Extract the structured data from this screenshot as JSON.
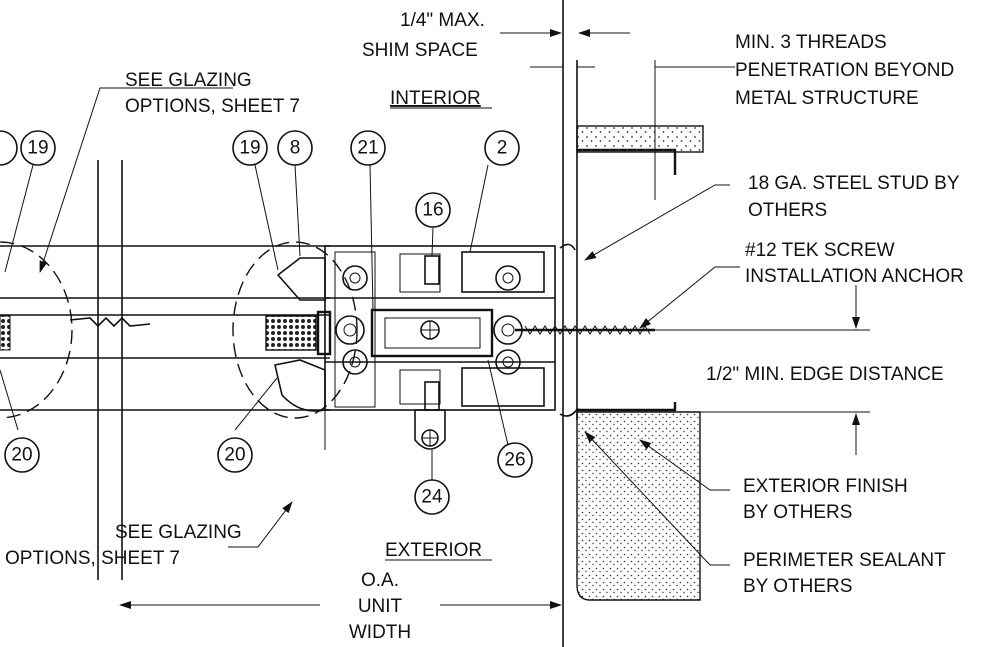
{
  "labels": {
    "shim_space": [
      "1/4\" MAX.",
      "SHIM SPACE"
    ],
    "threads": [
      "MIN. 3 THREADS",
      "PENETRATION BEYOND",
      "METAL STRUCTURE"
    ],
    "glazing_top": [
      "SEE GLAZING",
      "OPTIONS, SHEET 7"
    ],
    "interior": "INTERIOR",
    "steel_stud": [
      "18 GA. STEEL STUD BY",
      "OTHERS"
    ],
    "tek_screw": [
      "#12 TEK SCREW",
      "INSTALLATION ANCHOR"
    ],
    "edge_distance": "1/2\" MIN. EDGE DISTANCE",
    "exterior_finish": [
      "EXTERIOR FINISH",
      "BY OTHERS"
    ],
    "glazing_bottom": [
      "SEE GLAZING",
      "OPTIONS, SHEET 7"
    ],
    "exterior": "EXTERIOR",
    "perimeter_sealant": [
      "PERIMETER SEALANT",
      "BY OTHERS"
    ],
    "oa_width": [
      "O.A.",
      "UNIT",
      "WIDTH"
    ]
  },
  "callouts": [
    "19",
    "19",
    "8",
    "21",
    "2",
    "16",
    "20",
    "20",
    "26",
    "24"
  ],
  "colors": {
    "line": "#111111",
    "background": "#ffffff"
  }
}
